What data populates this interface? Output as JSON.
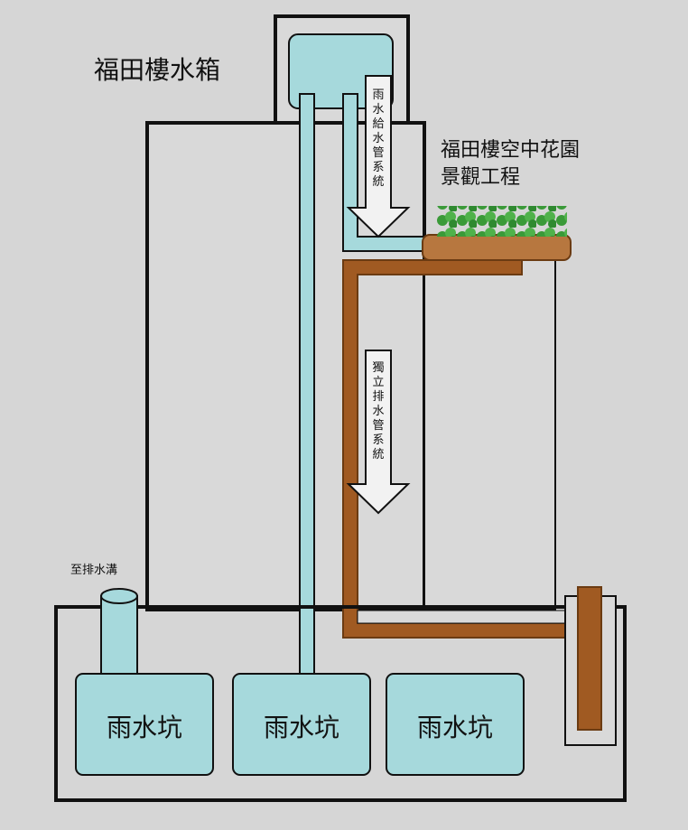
{
  "labels": {
    "tank_title": "福田樓水箱",
    "garden_title_line1": "福田樓空中花園",
    "garden_title_line2": "景觀工程",
    "supply_pipe": "雨水給水管系統",
    "drain_pipe": "獨立排水管系統",
    "to_drain": "至排水溝",
    "pit_left": "雨水坑",
    "pit_middle": "雨水坑",
    "pit_right": "雨水坑"
  },
  "colors": {
    "background": "#d6d6d6",
    "water": "#a6d9dc",
    "outline": "#111111",
    "drain_pipe": "#a05a22",
    "planter_soil": "#b7773f",
    "greenery": "#3a9a38",
    "building": "#d9d9d9"
  }
}
